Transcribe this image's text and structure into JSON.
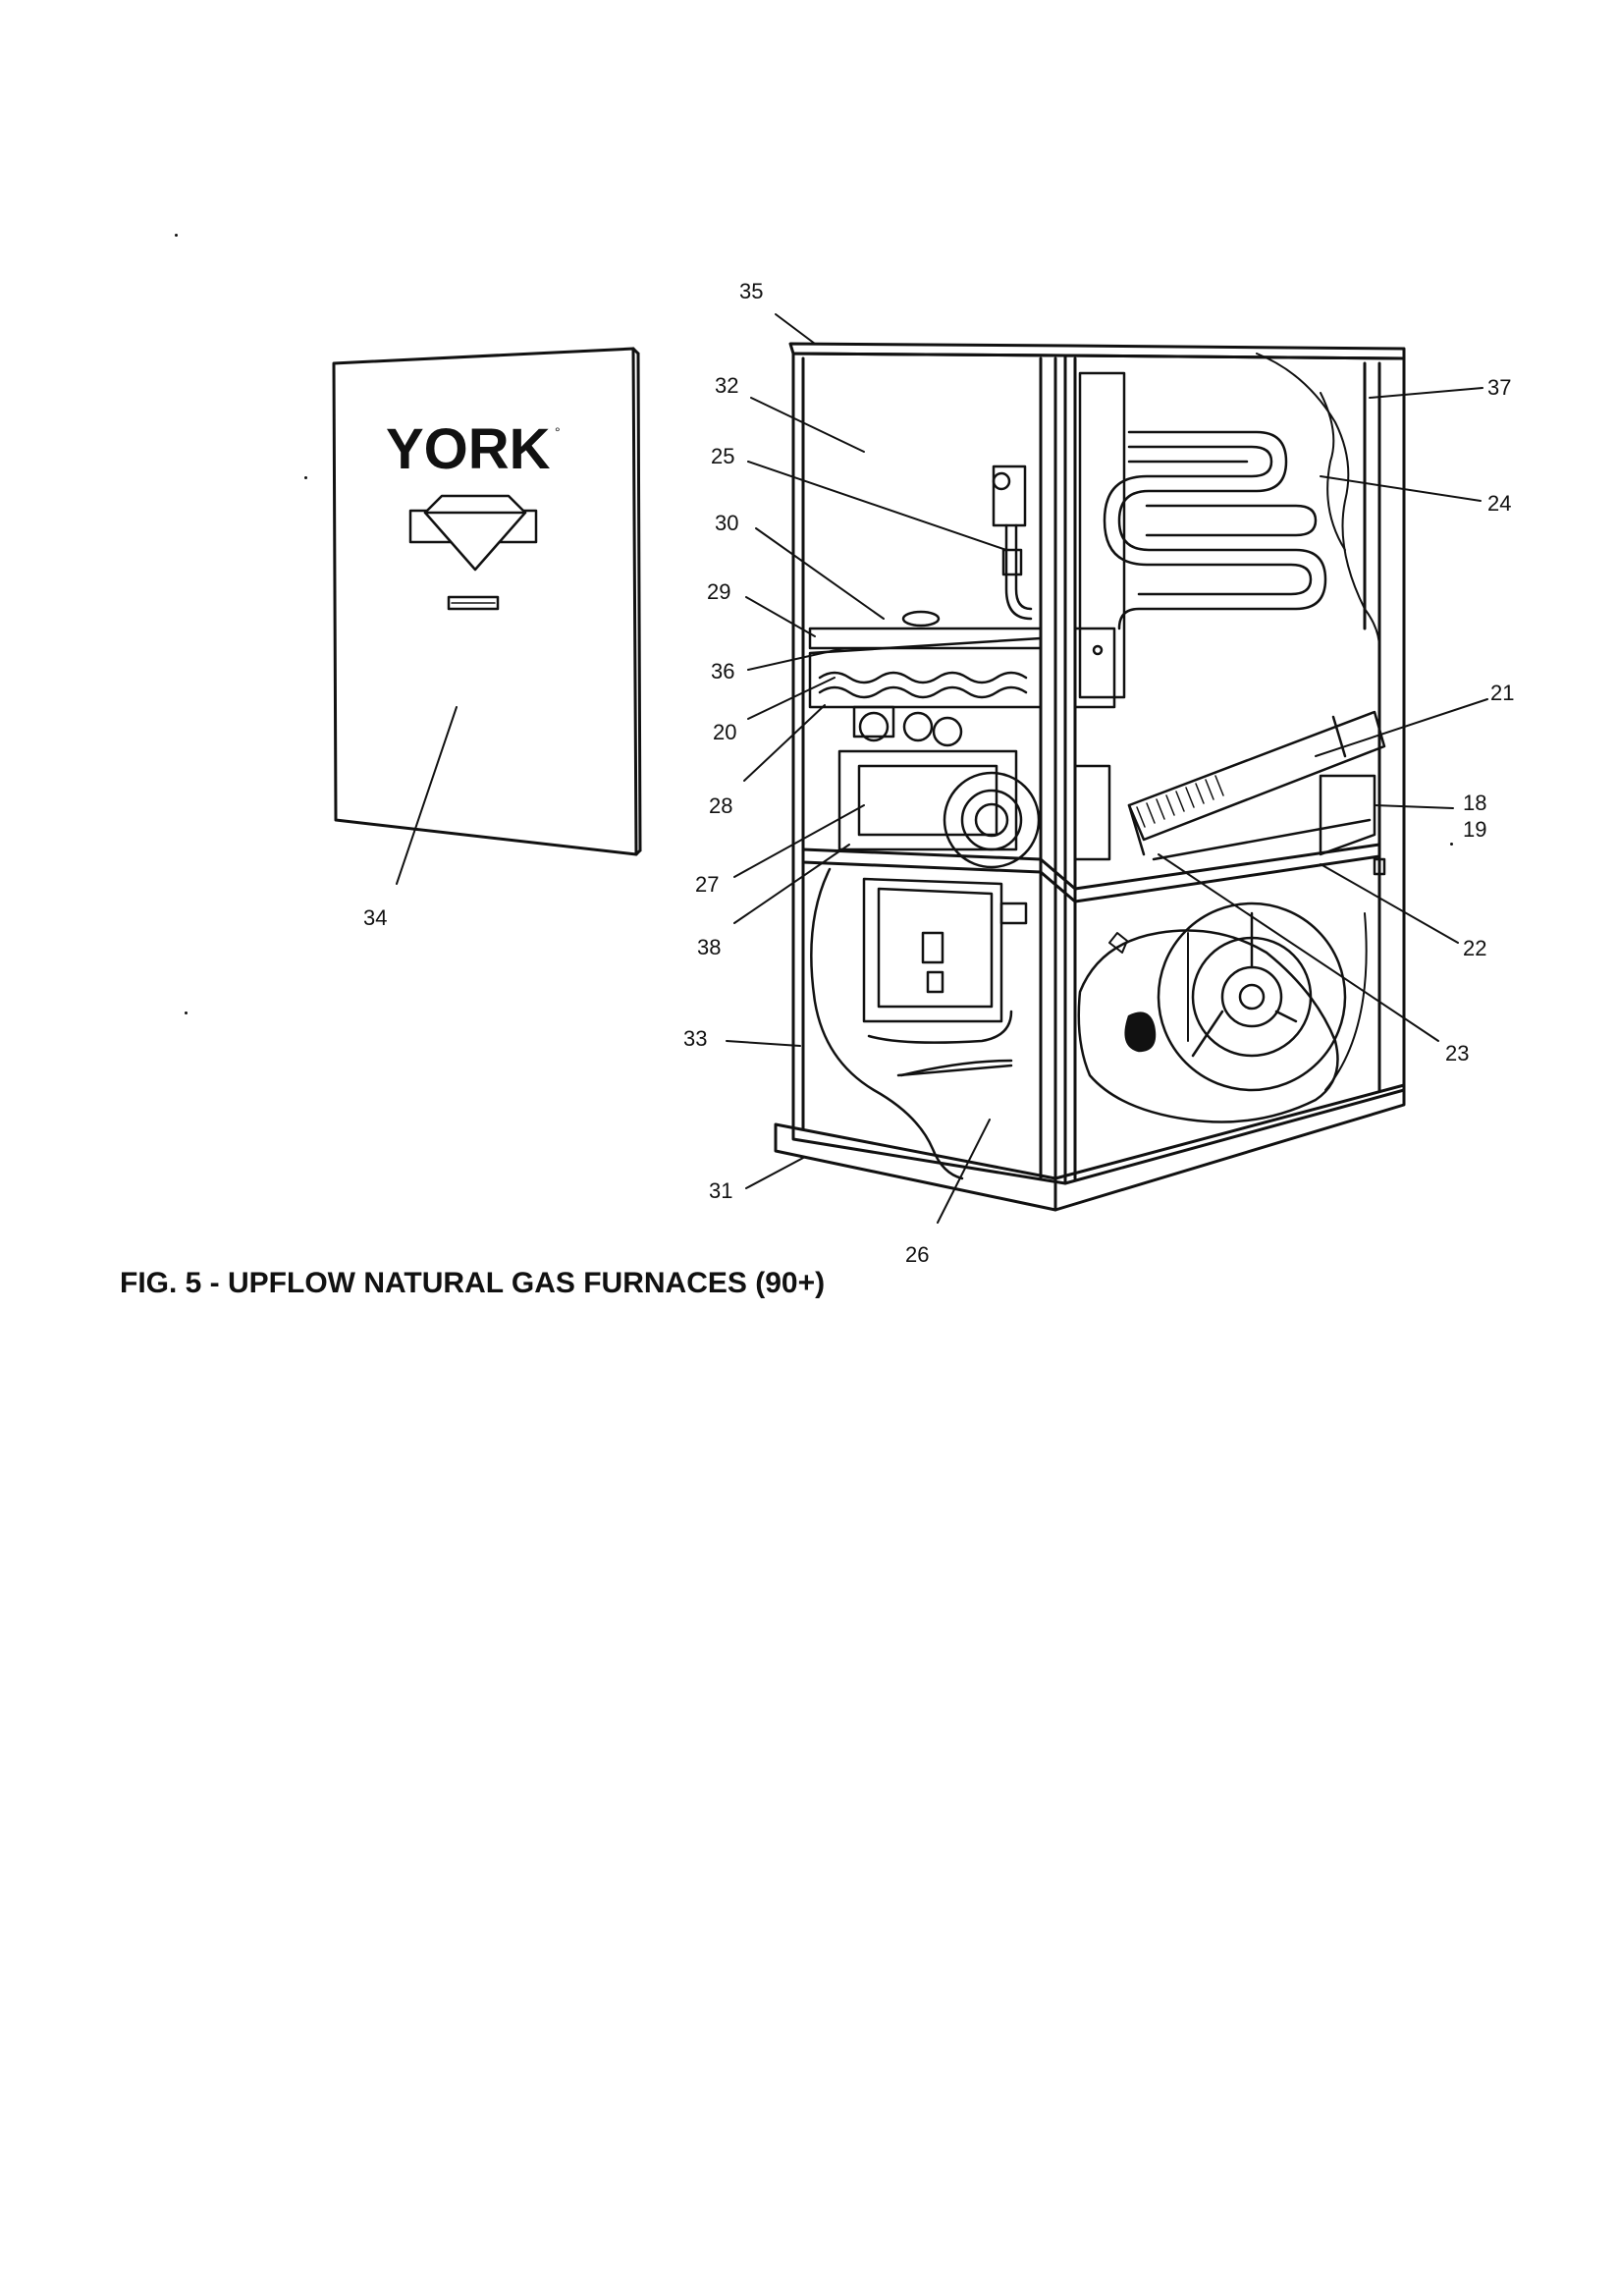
{
  "figure": {
    "caption": "FIG. 5 - UPFLOW NATURAL GAS FURNACES (90+)",
    "door_brand": "YORK",
    "callouts": [
      "35",
      "32",
      "25",
      "30",
      "29",
      "36",
      "20",
      "28",
      "27",
      "38",
      "33",
      "31",
      "26",
      "37",
      "24",
      "21",
      "18",
      "19",
      "22",
      "23",
      "34"
    ]
  }
}
